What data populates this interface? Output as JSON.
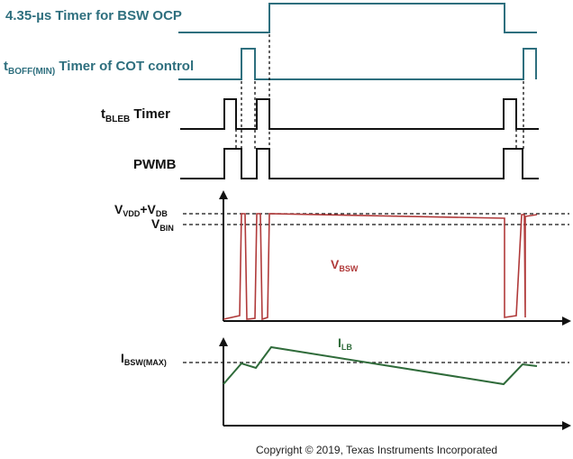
{
  "signals": {
    "ocp_timer": {
      "text": "4.35-µs Timer for BSW OCP",
      "color": "#2e6f7e"
    },
    "boff_timer": {
      "prefix": "t",
      "sub": "BOFF(MIN)",
      "suffix": " Timer of COT control",
      "color": "#2e6f7e"
    },
    "bleb_timer": {
      "prefix": "t",
      "sub": "BLEB",
      "suffix": " Timer",
      "color": "#111111"
    },
    "pwmb": {
      "text": "PWMB",
      "color": "#111111"
    }
  },
  "vbsw_plot": {
    "vvdd_label": {
      "v1": "V",
      "s1": "VDD",
      "mid": "+V",
      "s2": "DB"
    },
    "vbin_label": {
      "v": "V",
      "s": "BIN"
    },
    "trace_label": {
      "v": "V",
      "s": "BSW"
    },
    "trace_color": "#b03a3a"
  },
  "ilb_plot": {
    "ibsw_label": {
      "v": "I",
      "s": "BSW(MAX)"
    },
    "trace_label": {
      "v": "I",
      "s": "LB"
    },
    "trace_color": "#2f6b3a"
  },
  "copyright": "Copyright © 2019, Texas Instruments Incorporated"
}
